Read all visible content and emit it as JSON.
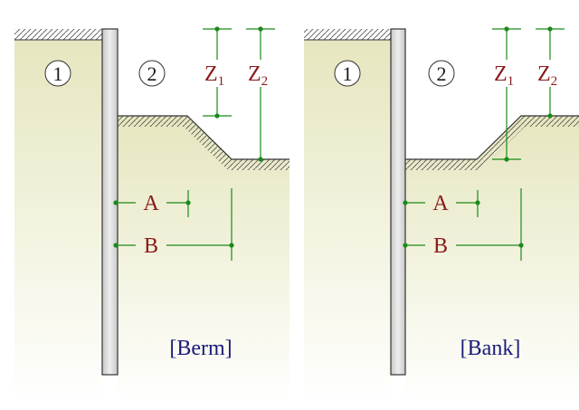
{
  "colors": {
    "soil_top": "#e6e6bf",
    "soil_bottom": "#ffffff",
    "wall_fill": "#d8d8d8",
    "dimension_line": "#1a8a1a",
    "label": "#8a1a1a",
    "caption": "#1a1a7a"
  },
  "panels": [
    {
      "id": "berm",
      "zone_left": "1",
      "zone_right": "2",
      "z1": {
        "main": "Z",
        "sub": "1"
      },
      "z2": {
        "main": "Z",
        "sub": "2"
      },
      "dim_a": "A",
      "dim_b": "B",
      "caption": "[Berm]"
    },
    {
      "id": "bank",
      "zone_left": "1",
      "zone_right": "2",
      "z1": {
        "main": "Z",
        "sub": "1"
      },
      "z2": {
        "main": "Z",
        "sub": "2"
      },
      "dim_a": "A",
      "dim_b": "B",
      "caption": "[Bank]"
    }
  ]
}
